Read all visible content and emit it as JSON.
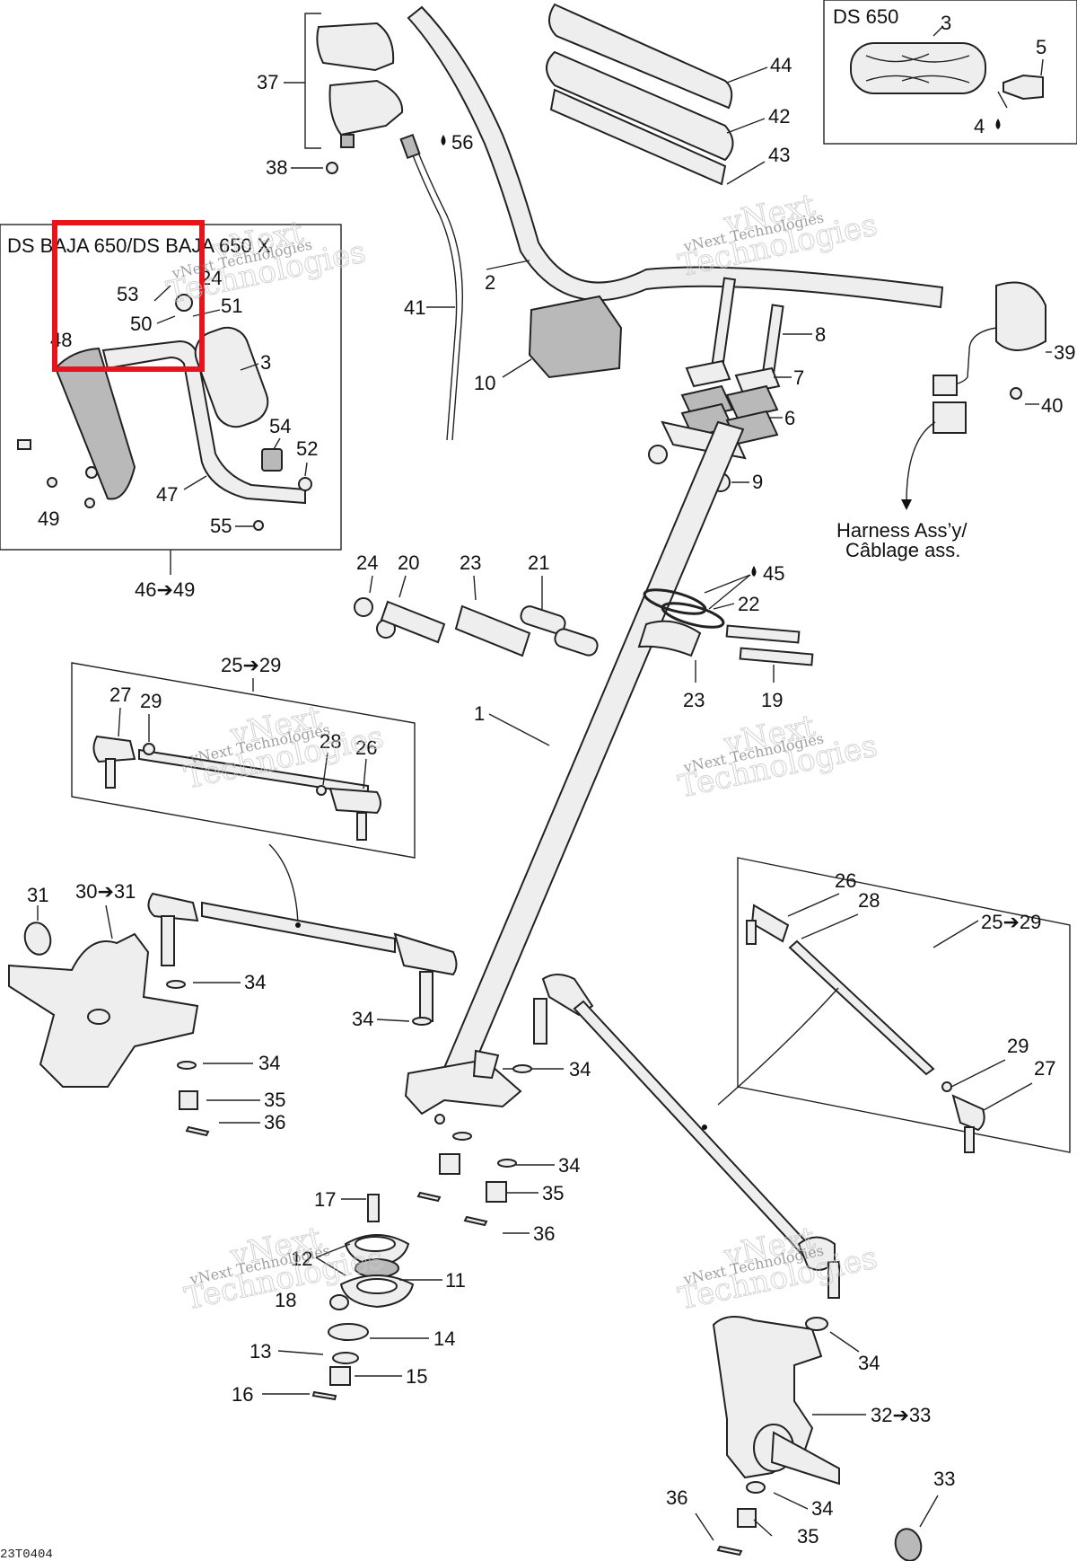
{
  "insets": {
    "ds650": "DS 650",
    "baja": "DS BAJA 650/DS BAJA 650 X"
  },
  "harness": {
    "line1": "Harness Ass’y/",
    "line2": "Câblage ass."
  },
  "watermark": {
    "line1": "vNext",
    "line2": "Technologies",
    "line3": "vNext Technologies"
  },
  "drawing_code": "23T0404",
  "labels": {
    "l1": "1",
    "l2": "2",
    "l3a": "3",
    "l3b": "3",
    "l4": "4",
    "l5": "5",
    "l6": "6",
    "l7": "7",
    "l8": "8",
    "l9": "9",
    "l10": "10",
    "l11": "11",
    "l12": "12",
    "l13": "13",
    "l14": "14",
    "l15": "15",
    "l16": "16",
    "l17": "17",
    "l18": "18",
    "l19": "19",
    "l20": "20",
    "l21": "21",
    "l22": "22",
    "l23a": "23",
    "l23b": "23",
    "l24": "24",
    "l25a": "25➔29",
    "l25b": "25➔29",
    "l26a": "26",
    "l26b": "26",
    "l27a": "27",
    "l27b": "27",
    "l28a": "28",
    "l28b": "28",
    "l29a": "29",
    "l29b": "29",
    "l30": "30➔31",
    "l31": "31",
    "l32": "32➔33",
    "l33": "33",
    "l34a": "34",
    "l34b": "34",
    "l34c": "34",
    "l34d": "34",
    "l34e": "34",
    "l34f": "34",
    "l34g": "34",
    "l35a": "35",
    "l35b": "35",
    "l35c": "35",
    "l36a": "36",
    "l36b": "36",
    "l36c": "36",
    "l37": "37",
    "l38": "38",
    "l39": "39",
    "l40": "40",
    "l41": "41",
    "l42": "42",
    "l43": "43",
    "l44": "44",
    "l45": "45",
    "l46": "46➔49",
    "l47": "47",
    "l48": "48",
    "l49": "49",
    "l50": "50",
    "l51": "51",
    "l52": "52",
    "l53": "53",
    "l54": "54",
    "l55": "55",
    "l56": "56"
  },
  "highlight_color": "#e8141b"
}
